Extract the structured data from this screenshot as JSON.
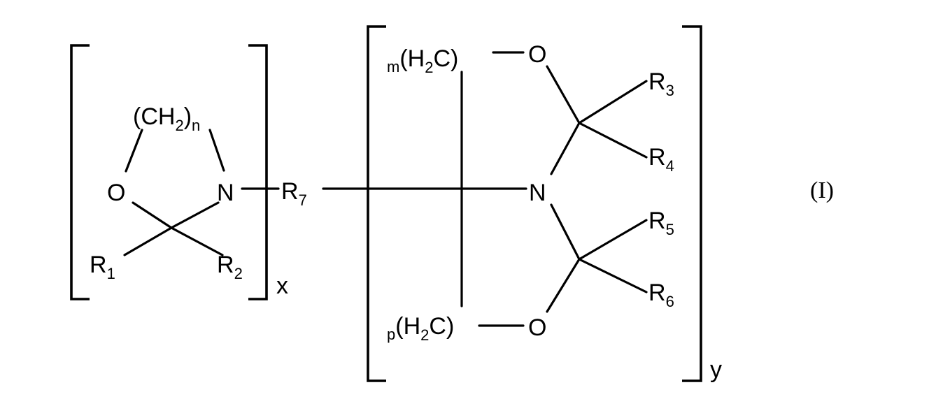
{
  "formula": {
    "equation_label": "(I)",
    "left_ring": {
      "ch2_group": "(CH",
      "ch2_sub": "2",
      "ch2_close": ")",
      "ch2_n": "n",
      "oxygen": "O",
      "nitrogen": "N",
      "r1": "R",
      "r1_sub": "1",
      "r2": "R",
      "r2_sub": "2",
      "repeat_x": "x"
    },
    "linker": {
      "r7": "R",
      "r7_sub": "7"
    },
    "right_unit": {
      "top_prefix": "m",
      "top_group": "(H",
      "top_sub": "2",
      "top_close": "C)",
      "bottom_prefix": "p",
      "bottom_group": "(H",
      "bottom_sub": "2",
      "bottom_close": "C)",
      "oxygen_top": "O",
      "oxygen_bottom": "O",
      "nitrogen": "N",
      "r3": "R",
      "r3_sub": "3",
      "r4": "R",
      "r4_sub": "4",
      "r5": "R",
      "r5_sub": "5",
      "r6": "R",
      "r6_sub": "6",
      "repeat_y": "y"
    }
  }
}
